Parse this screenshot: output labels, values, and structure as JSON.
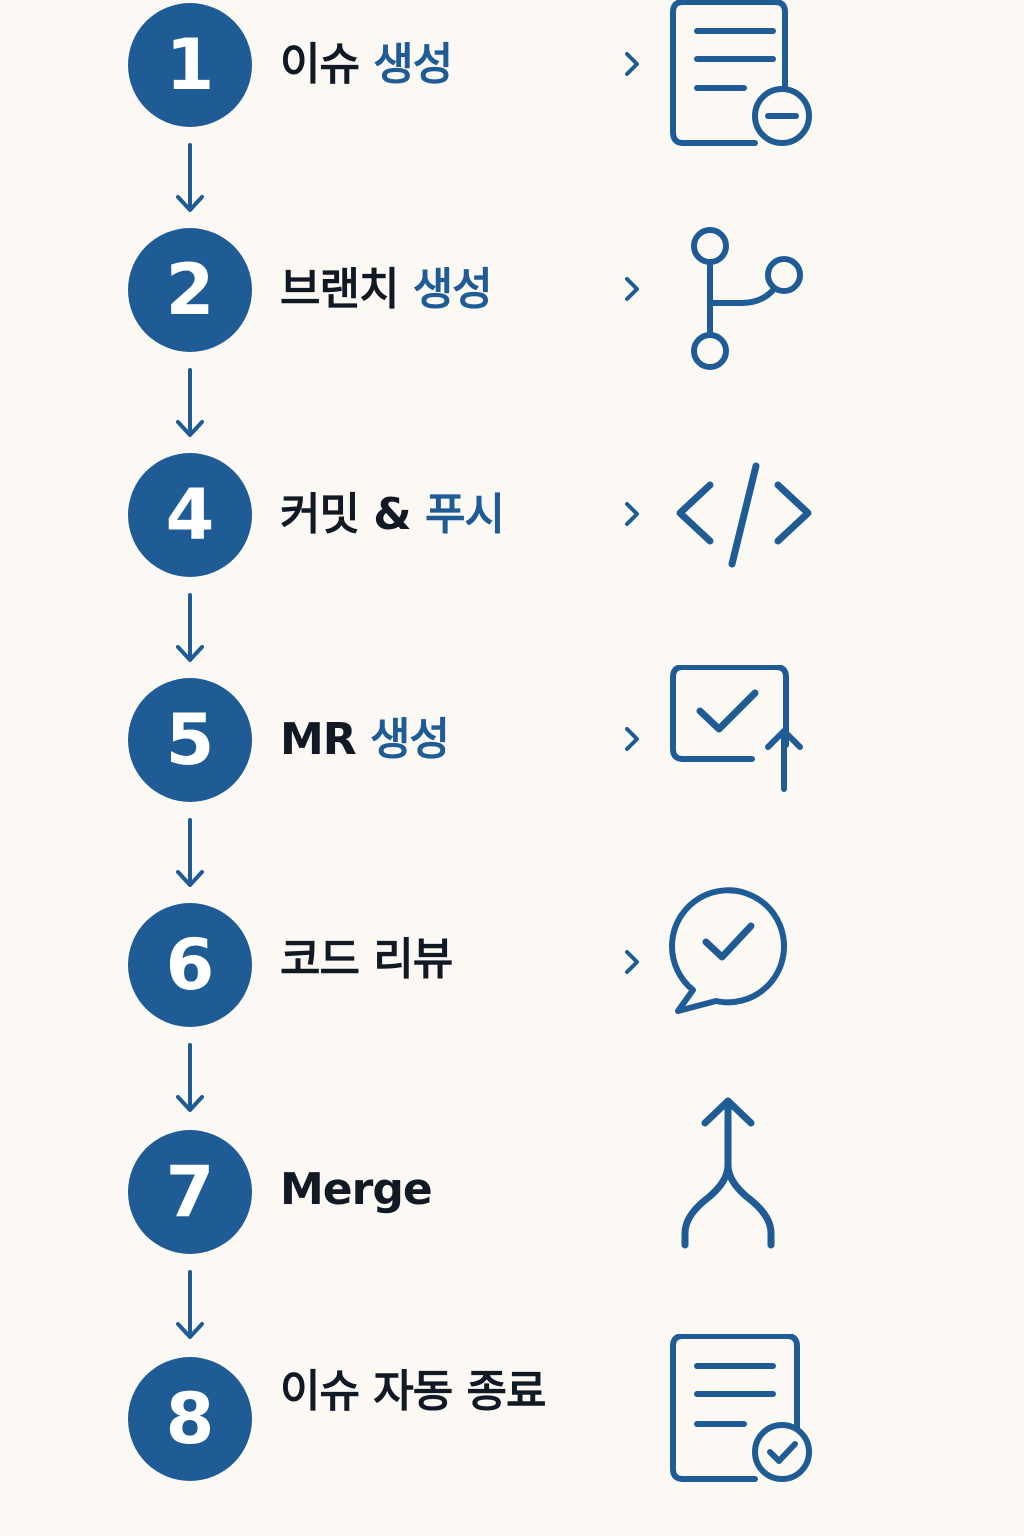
{
  "steps": [
    {
      "number": "1",
      "label_plain": "이슈 ",
      "label_highlight": "생성",
      "icon": "document-minus-icon",
      "chevron": true
    },
    {
      "number": "2",
      "label_plain": "브랜치 ",
      "label_highlight": "생성",
      "icon": "git-branch-icon",
      "chevron": true
    },
    {
      "number": "4",
      "label_plain": "커밋 & ",
      "label_highlight": "푸시",
      "icon": "code-icon",
      "chevron": true
    },
    {
      "number": "5",
      "label_plain": "MR ",
      "label_highlight": "생성",
      "icon": "checkbox-upload-icon",
      "chevron": true
    },
    {
      "number": "6",
      "label_plain": "코드 리뷰",
      "label_highlight": "",
      "icon": "chat-check-icon",
      "chevron": true
    },
    {
      "number": "7",
      "label_plain": "Merge",
      "label_highlight": "",
      "icon": "git-merge-icon",
      "chevron": false
    },
    {
      "number": "8",
      "label_plain": "이슈 자동 종료",
      "label_highlight": "",
      "icon": "document-check-icon",
      "chevron": false
    }
  ],
  "colors": {
    "background": "#fcf9f4",
    "accent": "#1f5c96",
    "text": "#111a24"
  }
}
